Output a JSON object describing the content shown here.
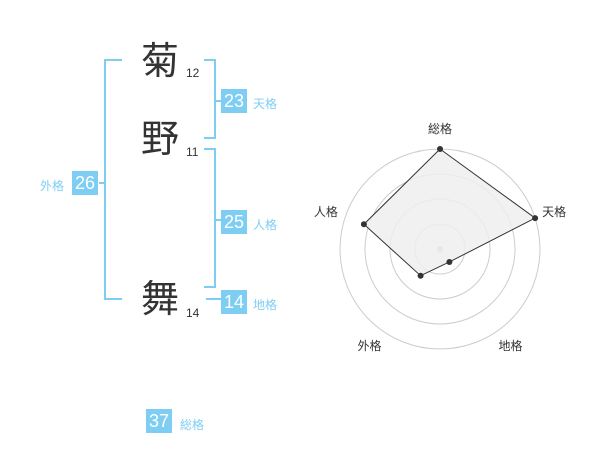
{
  "name": {
    "chars": [
      {
        "char": "菊",
        "strokes": "12"
      },
      {
        "char": "野",
        "strokes": "11"
      },
      {
        "char": "舞",
        "strokes": "14"
      }
    ]
  },
  "kaku": {
    "tenkaku": {
      "value": "23",
      "label": "天格"
    },
    "jinkaku": {
      "value": "25",
      "label": "人格"
    },
    "chikaku": {
      "value": "14",
      "label": "地格"
    },
    "gaikaku": {
      "value": "26",
      "label": "外格"
    },
    "soukaku": {
      "value": "37",
      "label": "総格"
    }
  },
  "chart_data": {
    "type": "radar",
    "axes": [
      "総格",
      "天格",
      "地格",
      "外格",
      "人格"
    ],
    "values": [
      1.0,
      1.0,
      0.16,
      0.33,
      0.8
    ],
    "range": [
      0,
      1
    ],
    "rings": 4,
    "colors": {
      "accent": "#7ecef4",
      "fill": "#eeeeee",
      "stroke": "#333333",
      "ring": "#cccccc"
    }
  }
}
